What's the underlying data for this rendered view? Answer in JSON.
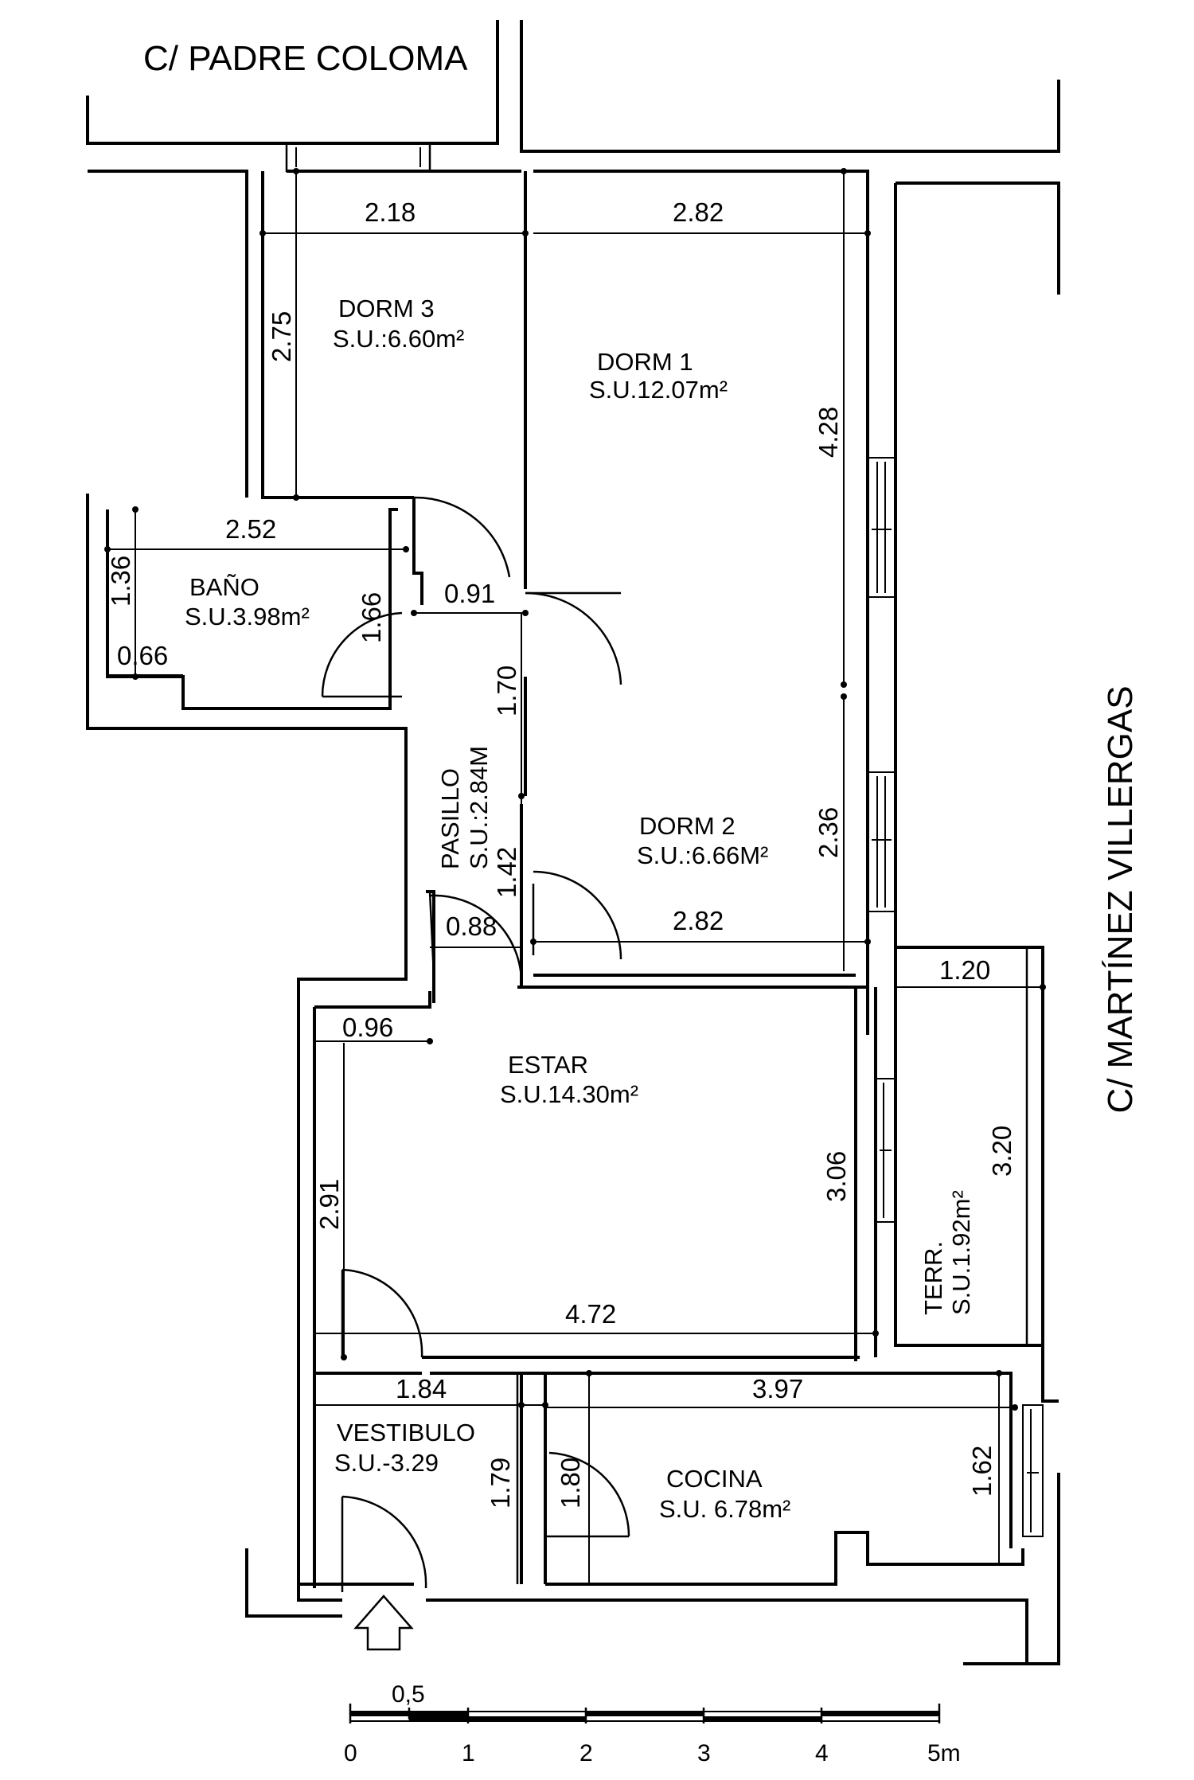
{
  "streets": {
    "north": "C/ PADRE COLOMA",
    "east": "C/ MARTÍNEZ VILLERGAS"
  },
  "rooms": {
    "dorm3": {
      "name": "DORM 3",
      "area": "S.U.:6.60m²"
    },
    "dorm1": {
      "name": "DORM 1",
      "area": "S.U.12.07m²"
    },
    "bano": {
      "name": "BAÑO",
      "area": "S.U.3.98m²"
    },
    "pasillo": {
      "name": "PASILLO",
      "area": "S.U.:2.84M"
    },
    "dorm2": {
      "name": "DORM 2",
      "area": "S.U.:6.66M²"
    },
    "estar": {
      "name": "ESTAR",
      "area": "S.U.14.30m²"
    },
    "terraza": {
      "name": "TERR.",
      "area": "S.U.1.92m²"
    },
    "vestibulo": {
      "name": "VESTIBULO",
      "area": "S.U.-3.29"
    },
    "cocina": {
      "name": "COCINA",
      "area": "S.U. 6.78m²"
    }
  },
  "dimensions": {
    "dorm3_width": "2.18",
    "dorm3_depth": "2.75",
    "dorm1_width": "2.82",
    "dorm1_depth": "4.28",
    "bano_width": "2.52",
    "bano_left": "1.36",
    "bano_right": "1.66",
    "bano_small": "0.66",
    "pasillo_top": "0.91",
    "pasillo_length_1": "1.70",
    "pasillo_length_2": "1.42",
    "pasillo_bottom": "0.88",
    "dorm2_depth": "2.36",
    "dorm2_width": "2.82",
    "terr_width": "1.20",
    "terr_depth": "3.20",
    "estar_notch": "0.96",
    "estar_left": "2.91",
    "estar_right": "3.06",
    "estar_width": "4.72",
    "vest_width": "1.84",
    "vest_depth": "1.79",
    "cocina_left": "1.80",
    "cocina_width": "3.97",
    "cocina_depth": "1.62"
  },
  "scale": {
    "labels": [
      "0",
      "1",
      "2",
      "3",
      "4",
      "5m"
    ],
    "half_label": "0,5"
  }
}
